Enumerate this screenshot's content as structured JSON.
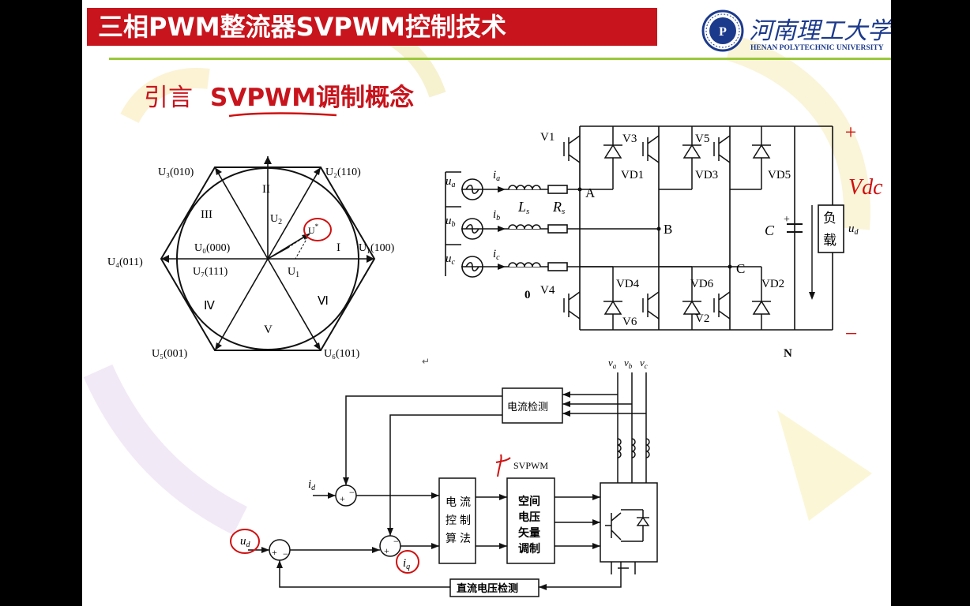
{
  "slide": {
    "title": "三相PWM整流器SVPWM控制技术",
    "subtitle_prefix": "引言",
    "subtitle_latin": "SVPWM",
    "subtitle_cn": "调制概念",
    "logo": {
      "name_cn": "河南理工大学",
      "name_en": "HENAN POLYTECHNIC UNIVERSITY"
    },
    "colors": {
      "title_bg": "#c8141c",
      "rule": "#9ac83c",
      "brand_blue": "#1c3a8c",
      "ink_red": "#d01010"
    }
  },
  "hexagon": {
    "vectors": {
      "u1": "U₁(100)",
      "u2": "U₂(110)",
      "u3": "U₃(010)",
      "u4": "U₄(011)",
      "u5": "U₅(001)",
      "u6": "U₆(101)"
    },
    "zero0": "U₀(000)",
    "zero7": "U₇(111)",
    "sectors": {
      "s1": "I",
      "s2": "II",
      "s3": "III",
      "s4": "Ⅳ",
      "s5": "V",
      "s6": "Ⅵ"
    },
    "inner": {
      "u1": "U",
      "u1_sub": "1",
      "u2": "U",
      "u2_sub": "2",
      "uref": "U",
      "uref_sup": "*"
    }
  },
  "circuit": {
    "switches_top": [
      "V1",
      "V3",
      "V5"
    ],
    "switches_bot": [
      "V4",
      "V6",
      "V2"
    ],
    "diodes_top": [
      "VD1",
      "VD3",
      "VD5"
    ],
    "diodes_bot": [
      "VD4",
      "VD6",
      "VD2"
    ],
    "sources": [
      "u",
      "u",
      "u"
    ],
    "source_subs": [
      "a",
      "b",
      "c"
    ],
    "currents": [
      "i",
      "i",
      "i"
    ],
    "nodes": {
      "a": "A",
      "b": "B",
      "c": "C"
    },
    "inductor": "L",
    "inductor_sub": "s",
    "resistor": "R",
    "resistor_sub": "s",
    "cap": "C",
    "cap_plus": "+",
    "load_1": "负",
    "load_2": "载",
    "ud": "u",
    "ud_sub": "d",
    "ground": "0",
    "neutral": "N",
    "hand_plus": "+",
    "hand_vdc": "Vdc",
    "hand_minus": "−"
  },
  "control": {
    "current_detect": "电流检测",
    "algorithm": [
      "电",
      "流",
      "控",
      "制",
      "算",
      "法"
    ],
    "svpwm_label": "SVPWM",
    "svm": [
      "空间",
      "电压",
      "矢量",
      "调制"
    ],
    "dc_detect": "直流电压检测",
    "id_ref": "i",
    "id_sub": "d",
    "ud_ref": "u",
    "ud_sub": "d",
    "iq_ref": "i",
    "iq_sub": "q",
    "phases": [
      "v",
      "v",
      "v"
    ],
    "phase_subs": [
      "a",
      "b",
      "c"
    ],
    "plus": "+",
    "minus": "−",
    "return_mark": "↵"
  }
}
